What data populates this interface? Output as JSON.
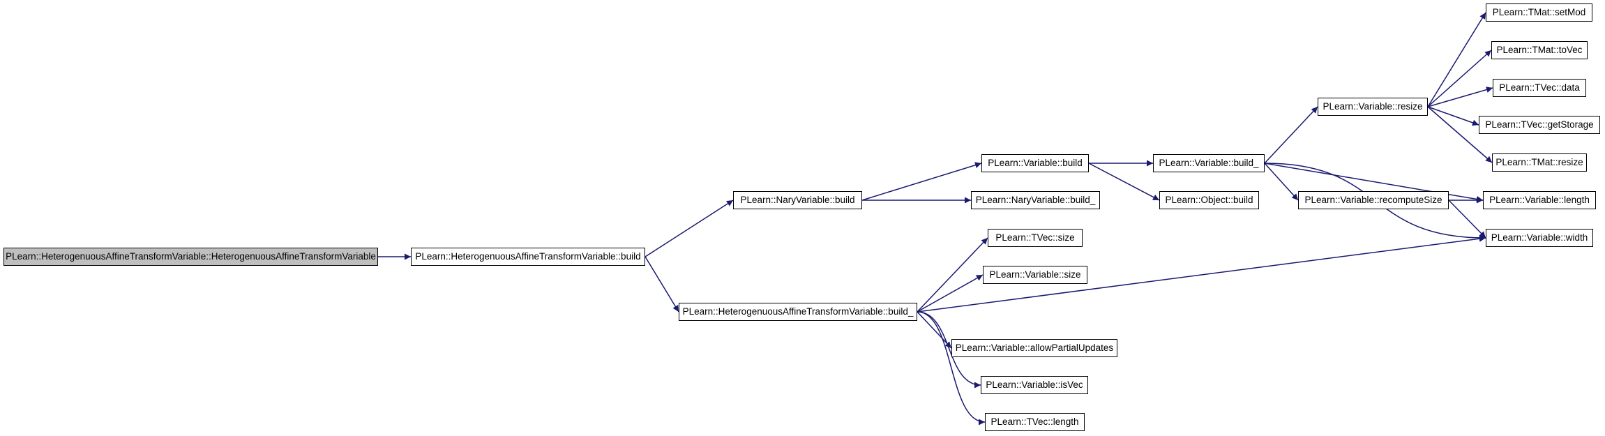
{
  "graph": {
    "type": "call-graph",
    "edge_color": "#191970",
    "root_fill": "#bfbfbf",
    "nodes": {
      "ctor": "PLearn::HeterogenuousAffineTransformVariable::HeterogenuousAffineTransformVariable",
      "hatv_build": "PLearn::HeterogenuousAffineTransformVariable::build",
      "nary_build": "PLearn::NaryVariable::build",
      "hatv_build_": "PLearn::HeterogenuousAffineTransformVariable::build_",
      "var_build": "PLearn::Variable::build",
      "nary_build_": "PLearn::NaryVariable::build_",
      "tvec_size": "PLearn::TVec::size",
      "var_size": "PLearn::Variable::size",
      "var_allow": "PLearn::Variable::allowPartialUpdates",
      "var_isvec": "PLearn::Variable::isVec",
      "tvec_length": "PLearn::TVec::length",
      "var_build_": "PLearn::Variable::build_",
      "obj_build": "PLearn::Object::build",
      "var_resize": "PLearn::Variable::resize",
      "var_recompute": "PLearn::Variable::recomputeSize",
      "tmat_setmod": "PLearn::TMat::setMod",
      "tmat_tovec": "PLearn::TMat::toVec",
      "tvec_data": "PLearn::TVec::data",
      "tvec_getstorage": "PLearn::TVec::getStorage",
      "tmat_resize": "PLearn::TMat::resize",
      "var_length": "PLearn::Variable::length",
      "var_width": "PLearn::Variable::width"
    },
    "edges": [
      [
        "ctor",
        "hatv_build"
      ],
      [
        "hatv_build",
        "nary_build"
      ],
      [
        "hatv_build",
        "hatv_build_"
      ],
      [
        "nary_build",
        "var_build"
      ],
      [
        "nary_build",
        "nary_build_"
      ],
      [
        "var_build",
        "var_build_"
      ],
      [
        "var_build",
        "obj_build"
      ],
      [
        "var_build_",
        "var_resize"
      ],
      [
        "var_build_",
        "var_length"
      ],
      [
        "var_build_",
        "var_recompute"
      ],
      [
        "var_build_",
        "var_width"
      ],
      [
        "var_resize",
        "tmat_setmod"
      ],
      [
        "var_resize",
        "tmat_tovec"
      ],
      [
        "var_resize",
        "tvec_data"
      ],
      [
        "var_resize",
        "tvec_getstorage"
      ],
      [
        "var_resize",
        "tmat_resize"
      ],
      [
        "var_recompute",
        "var_length"
      ],
      [
        "var_recompute",
        "var_width"
      ],
      [
        "hatv_build_",
        "tvec_size"
      ],
      [
        "hatv_build_",
        "var_size"
      ],
      [
        "hatv_build_",
        "var_width"
      ],
      [
        "hatv_build_",
        "var_allow"
      ],
      [
        "hatv_build_",
        "var_isvec"
      ],
      [
        "hatv_build_",
        "tvec_length"
      ]
    ]
  }
}
